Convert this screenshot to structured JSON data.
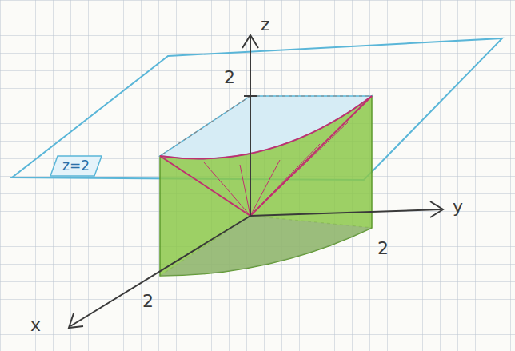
{
  "diagram": {
    "nodes": [
      {
        "text": [
          "z=2"
        ]
      }
    ],
    "labels": [
      "z",
      "2",
      "y",
      "2",
      "x",
      "2"
    ]
  }
}
